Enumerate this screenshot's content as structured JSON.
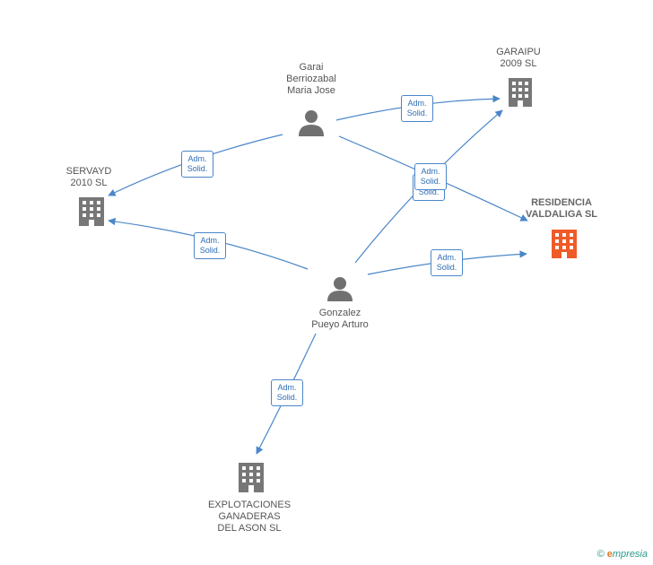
{
  "colors": {
    "edge": "#4a86c8",
    "company": "#777777",
    "main_company": "#f05a28",
    "person": "#707070"
  },
  "nodes": {
    "garai": {
      "line1": "Garai",
      "line2": "Berriozabal",
      "line3": "Maria Jose"
    },
    "garaipu": {
      "line1": "GARAIPU",
      "line2": "2009 SL"
    },
    "servayd": {
      "line1": "SERVAYD",
      "line2": "2010 SL"
    },
    "residencia": {
      "line1": "RESIDENCIA",
      "line2": "VALDALIGA SL"
    },
    "gonzalez": {
      "line1": "Gonzalez",
      "line2": "Pueyo Arturo"
    },
    "explotaciones": {
      "line1": "EXPLOTACIONES",
      "line2": "GANADERAS",
      "line3": "DEL ASON SL"
    }
  },
  "edge_label": {
    "line1": "Adm.",
    "line2": "Solid."
  },
  "footer": {
    "copyright": "©",
    "brand_initial": "e",
    "brand_rest": "mpresia"
  }
}
